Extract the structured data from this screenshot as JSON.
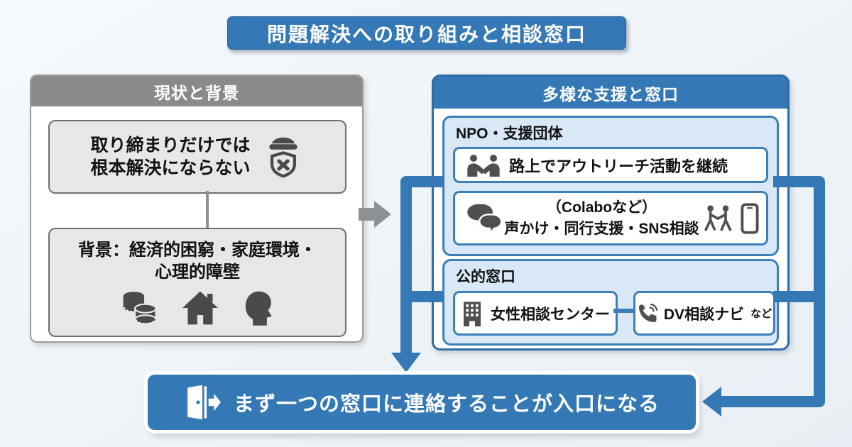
{
  "title": "問題解決への取り組みと相談窓口",
  "left_panel": {
    "header": "現状と背景",
    "box1": {
      "line1": "取り締まりだけでは",
      "line2": "根本解決にならない"
    },
    "box2": {
      "line1": "背景：経済的困窮・家庭環境・",
      "line2": "心理的障壁"
    }
  },
  "right_panel": {
    "header": "多様な支援と窓口",
    "npo_section": {
      "label": "NPO・支援団体",
      "item1": {
        "text": "路上でアウトリーチ活動を継続"
      },
      "item2": {
        "line1": "（Colaboなど）",
        "line2": "声かけ・同行支援・SNS相談"
      }
    },
    "public_section": {
      "label": "公的窓口",
      "item1": {
        "text": "女性相談センター"
      },
      "item2": {
        "text": "DV相談ナビ",
        "suffix": "など"
      }
    }
  },
  "bottom_banner": {
    "text": "まず一つの窓口に連絡することが入口になる"
  },
  "icons": {
    "left_box1": "police-badge-icon",
    "left_box2": [
      "money-coins-icon",
      "house-icon",
      "head-profile-icon"
    ],
    "npo_item1": "handshake-people-icon",
    "npo_item2_left": "chat-bubbles-icon",
    "npo_item2_right": [
      "walking-people-icon",
      "smartphone-icon"
    ],
    "public_item1": "building-icon",
    "public_item2": "phone-call-icon",
    "bottom_banner": "door-exit-icon"
  },
  "colors": {
    "accent_blue": "#3478b6",
    "section_light_blue": "#d9e8f7",
    "gray_header": "#8a8a8a",
    "gray_box": "#e7e7e7",
    "icon_gray": "#4a4a4a",
    "arrow_gray": "#8d9196",
    "background": "#eff4f8"
  }
}
